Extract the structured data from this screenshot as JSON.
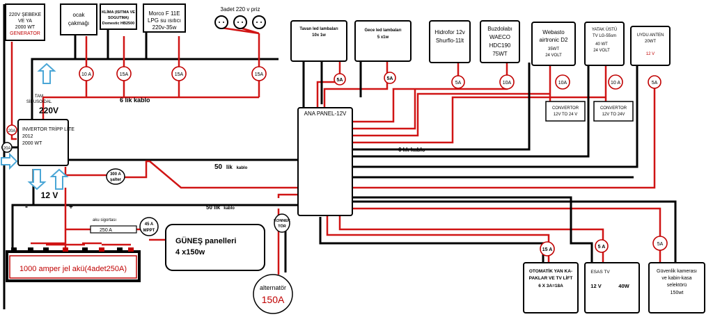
{
  "top": {
    "generator": [
      "220V ŞEBEKE",
      "VE YA",
      "2000 WT",
      "GENERATOR"
    ],
    "lighter": [
      "ocak",
      "çakmağı"
    ],
    "aircon": [
      "KLİMA (ISITMA VE",
      "SOGUTMA)",
      "Domestic HB2500"
    ],
    "heater": [
      "Morco F 11E",
      "LPG su ısıtıcı",
      "220v-35w"
    ],
    "outlets_label": "3adet 220 v priz"
  },
  "fuses_220": [
    "10 A",
    "15A",
    "15A",
    "15A"
  ],
  "cable_6_left": "6 lik  kablo",
  "inverter": {
    "wave": [
      "TAM",
      "SİNUSOİDAL"
    ],
    "voltage": "220V",
    "lines": [
      "INVERTOR TRİPP LİTE",
      "2012",
      "2000 WT"
    ],
    "fuse_top": "20A",
    "fuse_side": "20A",
    "dc_voltage": "12 V",
    "minus": "-",
    "plus": "+"
  },
  "switch": [
    "300 A",
    "şalter"
  ],
  "cable_50_a": "50",
  "cable_50_a_suffix": "lik",
  "cable_50_a_unit": "kablo",
  "cable_50_b": "50 lik",
  "cable_50_b_unit": "kablo",
  "battery": {
    "fuse_label": "aku sigortası",
    "fuse_value": "250 A",
    "label": "1000 amper jel akü(4adet250A)"
  },
  "mppt": [
    "45 A",
    "MPPT"
  ],
  "solar": [
    "GÜNEŞ panelleri",
    "4 x150w"
  ],
  "connector": [
    "KONNEK",
    "TÖR"
  ],
  "alternator": {
    "label": "alternatör",
    "value": "150A"
  },
  "panel": {
    "label": "ANA PANEL-12V",
    "cable_6": "6 lık kablo"
  },
  "loads": [
    {
      "lines": [
        "Tavan led lambaları",
        "10x 1w"
      ],
      "fuse": "5A"
    },
    {
      "lines": [
        "Gece led lambaları",
        "5 x1w"
      ],
      "fuse": "5A"
    },
    {
      "lines": [
        "Hidrofor 12v",
        "Shurflo-11lt"
      ],
      "fuse": "5A"
    },
    {
      "lines": [
        "Buzdolabı",
        "WAECO",
        "HDC190",
        "75WT"
      ],
      "fuse": "10A"
    },
    {
      "lines": [
        "Webasto",
        "airtronic D2",
        "35WT",
        "24 VOLT"
      ],
      "fuse": "10A"
    },
    {
      "lines": [
        "YATAK ÜSTÜ",
        "TV LG-55sm",
        "40 WT",
        "24 VOLT"
      ],
      "fuse": "10 A"
    },
    {
      "lines": [
        "UYDU ANTEN",
        "20WT",
        "12 V"
      ],
      "fuse": "5A"
    }
  ],
  "converters": [
    [
      "CONVERTOR",
      "12V TO 24 V"
    ],
    [
      "CONVERTOR",
      "12V TO 24V"
    ]
  ],
  "bottom_loads": [
    {
      "lines": [
        "OTOMATİK YAN KA-",
        "PAKLAR VE TV LİFT",
        "6 X 3A=18A"
      ],
      "fuse": "15 A"
    },
    {
      "lines": [
        "ESAS TV",
        "12 V",
        "40W"
      ],
      "fuse": "5 A"
    },
    {
      "lines": [
        "Güvenlik kamerası",
        "ve kabin-kasa",
        "selektörü",
        "150wt"
      ],
      "fuse": "5A"
    }
  ]
}
